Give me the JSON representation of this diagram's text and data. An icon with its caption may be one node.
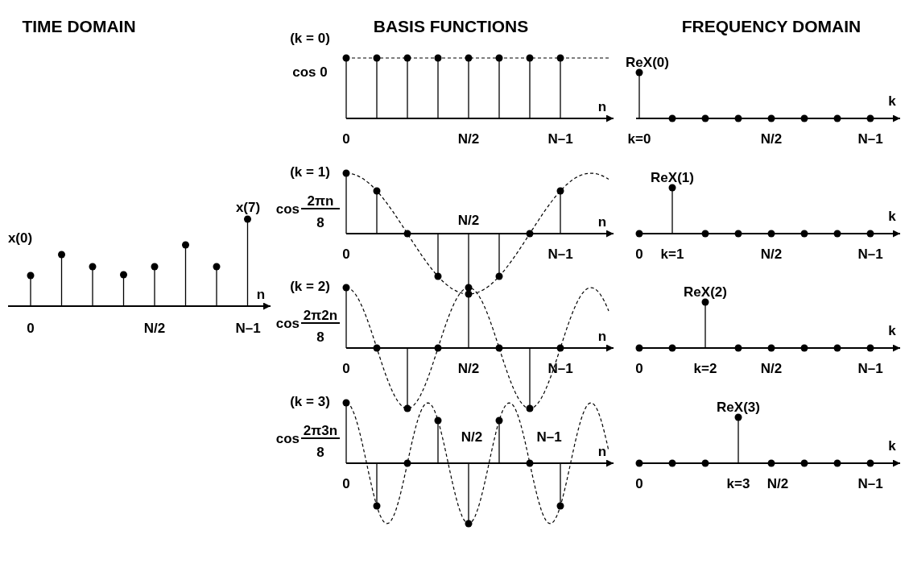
{
  "diagram": {
    "labels": [
      "TIME DOMAIN",
      "BASIS FUNCTIONS",
      "FREQUENCY DOMAIN",
      "x(0)",
      "x(7)",
      "n",
      "0",
      "N/2",
      "N–1",
      "(k = 0)",
      "cos 0",
      "n",
      "0",
      "N/2",
      "N–1",
      "(k = 1)",
      "cos",
      "2πn",
      "8",
      "N/2",
      "n",
      "0",
      "N–1",
      "(k = 2)",
      "cos",
      "2π2n",
      "8",
      "n",
      "0",
      "N/2",
      "N–1",
      "(k = 3)",
      "cos",
      "2π3n",
      "8",
      "N/2",
      "N–1",
      "n",
      "0",
      "ReX(0)",
      "k",
      "k=0",
      "N/2",
      "N–1",
      "ReX(1)",
      "k",
      "0",
      "k=1",
      "N/2",
      "N–1",
      "ReX(2)",
      "k",
      "0",
      "k=2",
      "N/2",
      "N–1",
      "ReX(3)",
      "k",
      "0",
      "k=3",
      "N/2",
      "N–1"
    ]
  }
}
